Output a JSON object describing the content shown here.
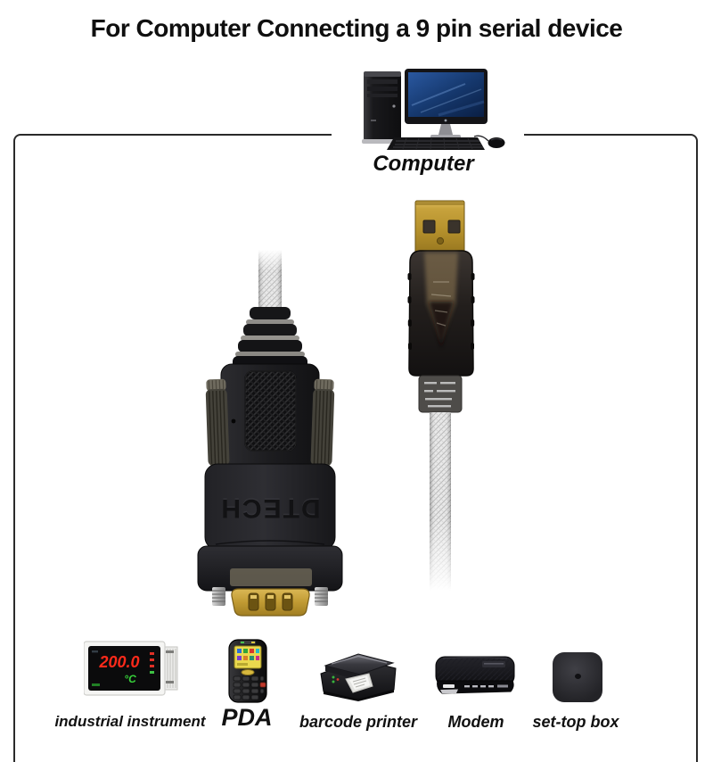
{
  "title": "For Computer Connecting a 9 pin serial device",
  "computer": {
    "label": "Computer"
  },
  "cable": {
    "brand_embossed": "DTECH"
  },
  "instrument": {
    "reading": "200.0",
    "unit": "°C"
  },
  "devices": [
    {
      "icon": "industrial-instrument-icon",
      "label": "industrial instrument"
    },
    {
      "icon": "pda-icon",
      "label": "PDA"
    },
    {
      "icon": "barcode-printer-icon",
      "label": "barcode printer"
    },
    {
      "icon": "modem-icon",
      "label": "Modem"
    },
    {
      "icon": "set-top-box-icon",
      "label": "set-top box"
    }
  ],
  "colors": {
    "title_text": "#0f0f0f",
    "frame_border": "#2a2a2a",
    "usb_gold": "#c7a23c",
    "connector_black": "#1d1d1f",
    "instrument_red": "#ff2a1a",
    "instrument_green": "#37d23a",
    "monitor_screen_blue": "#1b3f7a"
  }
}
